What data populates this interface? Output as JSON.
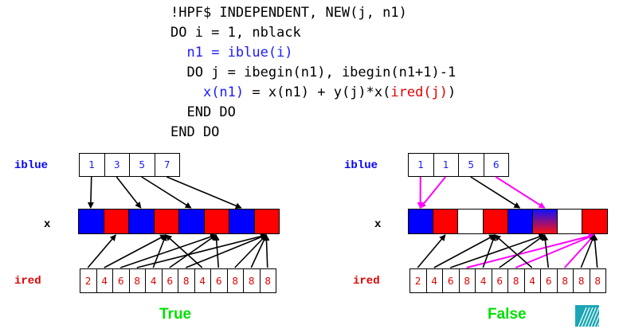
{
  "code": [
    {
      "indent": 0,
      "text": "!HPF$ INDEPENDENT, NEW(j, n1)"
    },
    {
      "indent": 0,
      "text": "DO i = 1, nblack"
    },
    {
      "indent": 2,
      "text": "n1 = iblue(i)",
      "color": "#1a1aff"
    },
    {
      "indent": 2,
      "text": "DO j = ibegin(n1), ibegin(n1+1)-1"
    },
    {
      "indent": 4,
      "segments": [
        {
          "text": "x(n1)",
          "color": "#1a1aff"
        },
        {
          "text": " = x(n1) + y(j)*x("
        },
        {
          "text": "ired(j)",
          "color": "#e00000"
        },
        {
          "text": ")"
        }
      ]
    },
    {
      "indent": 2,
      "text": "END DO"
    },
    {
      "indent": 0,
      "text": "END DO"
    }
  ],
  "labels": {
    "iblue": "iblue",
    "x": "x",
    "ired": "ired"
  },
  "colors": {
    "blue": "#0000ff",
    "red": "#ff0000",
    "white": "#ffffff",
    "arrow_black": "#000000",
    "arrow_magenta": "#ff00ff"
  },
  "panels": [
    {
      "name": "true",
      "result": "True",
      "iblue": [
        "1",
        "3",
        "5",
        "7"
      ],
      "x_cells": [
        "blue",
        "red",
        "blue",
        "red",
        "blue",
        "red",
        "blue",
        "red"
      ],
      "ired": [
        "2",
        "4",
        "6",
        "8",
        "4",
        "6",
        "8",
        "4",
        "6",
        "8",
        "8",
        "8"
      ],
      "iblue_targets": [
        1,
        3,
        5,
        7
      ],
      "ired_conflicts": []
    },
    {
      "name": "false",
      "result": "False",
      "iblue": [
        "1",
        "1",
        "5",
        "6"
      ],
      "x_cells": [
        "blue",
        "red",
        "white",
        "red",
        "blue",
        "gradient",
        "white",
        "red"
      ],
      "ired": [
        "2",
        "4",
        "6",
        "8",
        "4",
        "6",
        "8",
        "4",
        "6",
        "8",
        "8",
        "8"
      ],
      "iblue_targets": [
        1,
        1,
        5,
        6
      ],
      "ired_conflicts": [
        3,
        6,
        9
      ]
    }
  ]
}
